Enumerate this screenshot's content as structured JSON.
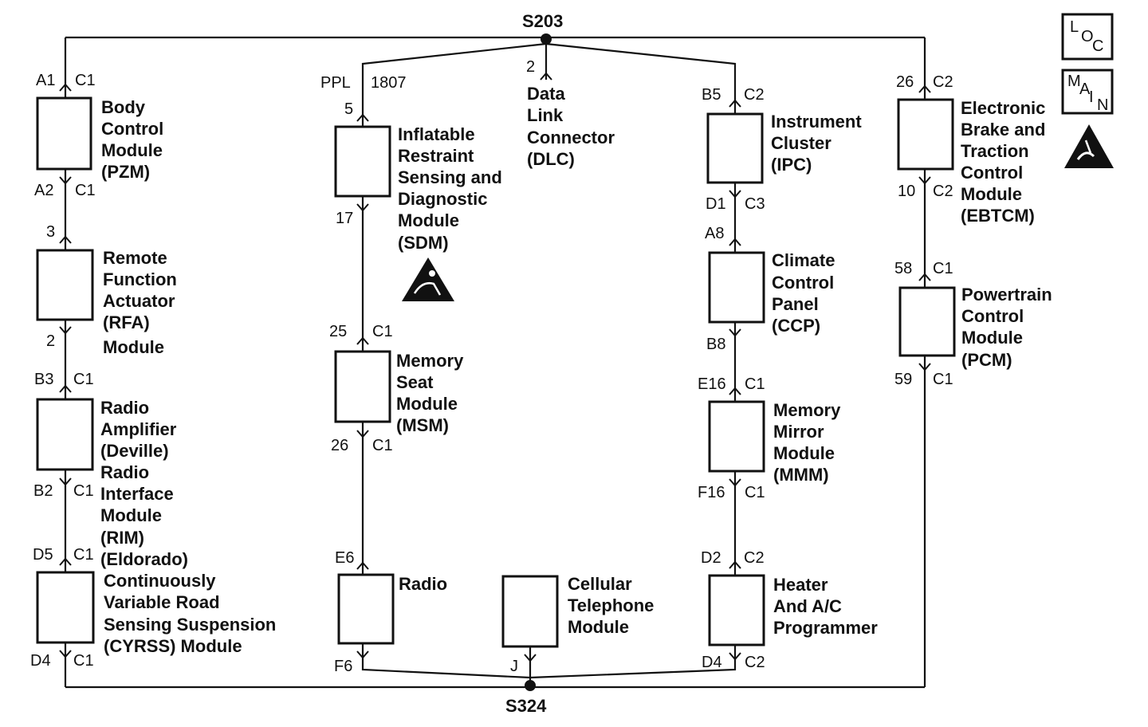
{
  "splices": {
    "top": "S203",
    "bottom": "S324"
  },
  "wire": {
    "color": "PPL",
    "circuit": "1807"
  },
  "modules": {
    "bcm": [
      "Body",
      "Control",
      "Module",
      "(PZM)"
    ],
    "rfa": [
      "Remote",
      "Function",
      "Actuator",
      "(RFA)",
      "Module"
    ],
    "amp": [
      "Radio",
      "Amplifier",
      "(Deville)",
      "Radio",
      "Interface",
      "Module",
      "(RIM)",
      "(Eldorado)"
    ],
    "cvrss": [
      "Continuously",
      "Variable Road",
      "Sensing Suspension",
      "(CYRSS) Module"
    ],
    "sdm": [
      "Inflatable",
      "Restraint",
      "Sensing and",
      "Diagnostic",
      "Module",
      "(SDM)"
    ],
    "dlc": [
      "Data",
      "Link",
      "Connector",
      "(DLC)"
    ],
    "msm": [
      "Memory",
      "Seat",
      "Module",
      "(MSM)"
    ],
    "radio": [
      "Radio"
    ],
    "cell": [
      "Cellular",
      "Telephone",
      "Module"
    ],
    "ipc": [
      "Instrument",
      "Cluster",
      "(IPC)"
    ],
    "ccp": [
      "Climate",
      "Control",
      "Panel",
      "(CCP)"
    ],
    "mmm": [
      "Memory",
      "Mirror",
      "Module",
      "(MMM)"
    ],
    "hvac": [
      "Heater",
      "And A/C",
      "Programmer"
    ],
    "ebtcm": [
      "Electronic",
      "Brake and",
      "Traction",
      "Control",
      "Module",
      "(EBTCM)"
    ],
    "pcm": [
      "Powertrain",
      "Control",
      "Module",
      "(PCM)"
    ]
  },
  "pins": {
    "bcm_top": {
      "pin": "A1",
      "conn": "C1"
    },
    "bcm_bot": {
      "pin": "A2",
      "conn": "C1"
    },
    "rfa_top": {
      "pin": "3",
      "conn": ""
    },
    "rfa_bot": {
      "pin": "2",
      "conn": ""
    },
    "amp_top": {
      "pin": "B3",
      "conn": "C1"
    },
    "amp_bot": {
      "pin": "B2",
      "conn": "C1"
    },
    "cvrss_top": {
      "pin": "D5",
      "conn": "C1"
    },
    "cvrss_bot": {
      "pin": "D4",
      "conn": "C1"
    },
    "sdm_top": {
      "pin": "5",
      "conn": ""
    },
    "sdm_bot": {
      "pin": "17",
      "conn": ""
    },
    "dlc_top": {
      "pin": "2",
      "conn": ""
    },
    "msm_top": {
      "pin": "25",
      "conn": "C1"
    },
    "msm_bot": {
      "pin": "26",
      "conn": "C1"
    },
    "radio_top": {
      "pin": "E6",
      "conn": ""
    },
    "radio_bot": {
      "pin": "F6",
      "conn": ""
    },
    "cell_bot": {
      "pin": "J",
      "conn": ""
    },
    "ipc_top": {
      "pin": "B5",
      "conn": "C2"
    },
    "ipc_bot": {
      "pin": "D1",
      "conn": "C3"
    },
    "ccp_top": {
      "pin": "A8",
      "conn": ""
    },
    "ccp_bot": {
      "pin": "B8",
      "conn": ""
    },
    "mmm_top": {
      "pin": "E16",
      "conn": "C1"
    },
    "mmm_bot": {
      "pin": "F16",
      "conn": "C1"
    },
    "hvac_top": {
      "pin": "D2",
      "conn": "C2"
    },
    "hvac_bot": {
      "pin": "D4",
      "conn": "C2"
    },
    "ebtcm_top": {
      "pin": "26",
      "conn": "C2"
    },
    "ebtcm_bot": {
      "pin": "10",
      "conn": "C2"
    },
    "pcm_top": {
      "pin": "58",
      "conn": "C1"
    },
    "pcm_bot": {
      "pin": "59",
      "conn": "C1"
    }
  },
  "symbols": {
    "loc": [
      "L",
      "O",
      "C"
    ],
    "main": [
      "M",
      "A",
      "I",
      "N"
    ]
  }
}
